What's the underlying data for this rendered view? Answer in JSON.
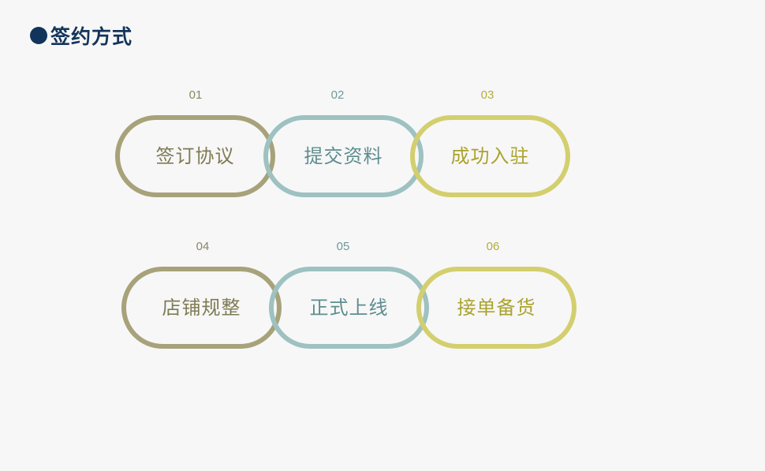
{
  "header": {
    "title": "签约方式"
  },
  "steps": [
    {
      "number": "01",
      "label": "签订协议"
    },
    {
      "number": "02",
      "label": "提交资料"
    },
    {
      "number": "03",
      "label": "成功入驻"
    },
    {
      "number": "04",
      "label": "店铺规整"
    },
    {
      "number": "05",
      "label": "正式上线"
    },
    {
      "number": "06",
      "label": "接单备货"
    }
  ],
  "colors": {
    "title": "#13345a",
    "olive": "#a7a27a",
    "teal": "#9ec1c1",
    "yellow": "#d3cf6e"
  }
}
